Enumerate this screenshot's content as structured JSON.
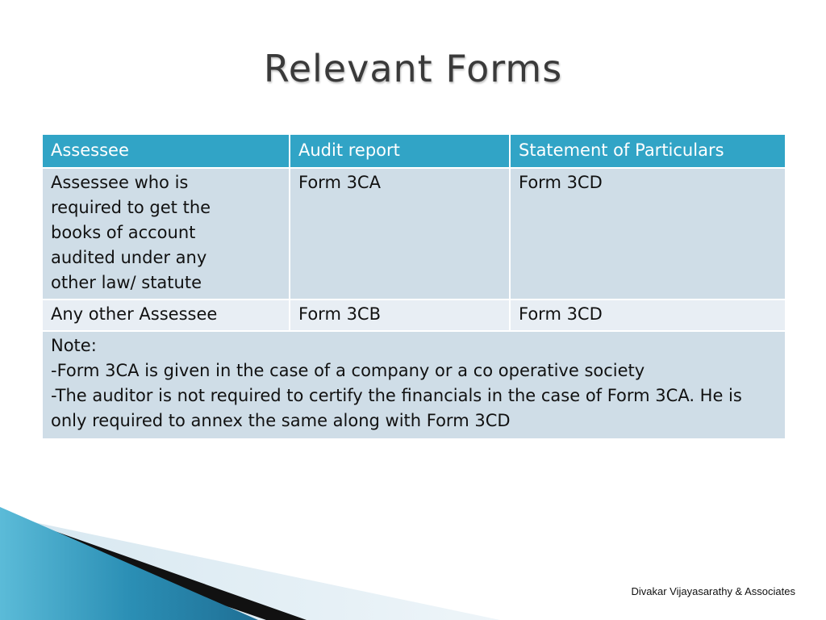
{
  "slide": {
    "title": "Relevant Forms",
    "footer": "Divakar Vijayasarathy & Associates"
  },
  "table": {
    "headers": [
      "Assessee",
      "Audit report",
      "Statement of Particulars"
    ],
    "rows": [
      [
        "Assessee who is required to get the books of account audited under any other law/ statute",
        "Form 3CA",
        "Form 3CD"
      ],
      [
        "Any other Assessee",
        "Form 3CB",
        "Form 3CD"
      ]
    ],
    "note": {
      "lines": [
        "Note:",
        "-Form 3CA is given in the case of a company or a co operative society",
        "-The auditor is not required to certify the financials in the case of Form 3CA. He is only required to annex the same along with Form 3CD"
      ]
    }
  },
  "colors": {
    "header_bg": "#31a4c6",
    "row_odd_bg": "#cfdde7",
    "row_even_bg": "#e8eef4",
    "wave_blue": "#2b8fb5"
  }
}
